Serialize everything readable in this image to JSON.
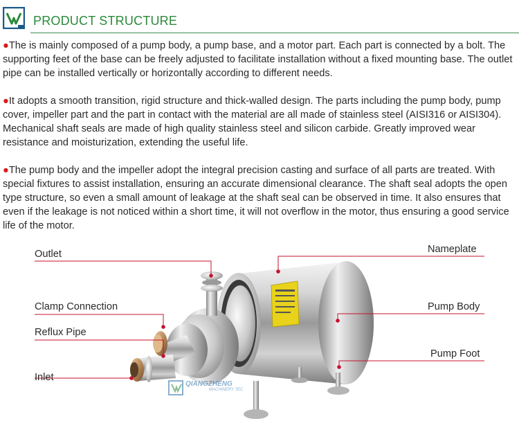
{
  "header": {
    "title": "PRODUCT STRUCTURE"
  },
  "paragraphs": [
    {
      "bullet": "●",
      "text": "The is mainly composed of a pump body, a pump base, and a motor part. Each part is connected by a bolt. The supporting feet of the base can be freely adjusted to facilitate installation without a fixed mounting base. The outlet pipe can be installed vertically or horizontally according to different needs."
    },
    {
      "bullet": "●",
      "text": "It adopts a smooth transition, rigid structure and thick-walled design. The parts including the pump body, pump cover, impeller part and the part in contact with the material are all made of stainless steel (AISI316 or AISI304). Mechanical shaft seals are made of high quality stainless steel and silicon carbide. Greatly improved wear resistance and moisturization, extending the useful life."
    },
    {
      "bullet": "●",
      "text": "The pump body and the impeller adopt the integral precision casting and surface of all parts are treated. With special fixtures to assist installation, ensuring an accurate dimensional clearance. The shaft seal adopts the open type structure, so even a small amount of leakage at the shaft seal can be observed in time. It also ensures that even if the leakage is not noticed within a short time, it will not overflow in the motor, thus ensuring a good service life of the motor."
    }
  ],
  "labels": {
    "outlet": "Outlet",
    "clamp": "Clamp Connection",
    "reflux": "Reflux Pipe",
    "inlet": "Inlet",
    "nameplate": "Nameplate",
    "pump_body": "Pump Body",
    "pump_foot": "Pump Foot"
  },
  "watermark": {
    "brand": "QIANGZHENG",
    "sub": "MACHINERY TEC"
  },
  "colors": {
    "title_green": "#2a8a3a",
    "bullet_red": "#d81b1b",
    "callout_red": "#c8102e"
  }
}
